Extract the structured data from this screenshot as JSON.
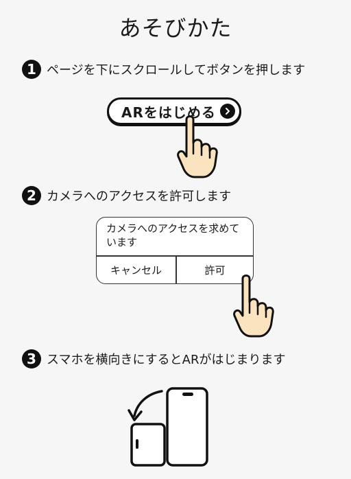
{
  "title": "あそびかた",
  "steps": [
    {
      "number": "1",
      "text": "ページを下にスクロールしてボタンを押します"
    },
    {
      "number": "2",
      "text": "カメラへのアクセスを許可します"
    },
    {
      "number": "3",
      "text": "スマホを横向きにするとARがはじまります"
    }
  ],
  "ar_button": {
    "label": "ARをはじめる",
    "icon": "chevron-right-icon"
  },
  "dialog": {
    "message": "カメラへのアクセスを求めています",
    "cancel_label": "キャンセル",
    "allow_label": "許可"
  },
  "icons": {
    "pointer": "pointing-hand-icon",
    "rotate": "rotate-arrow-icon",
    "phone": "smartphone-icon"
  },
  "colors": {
    "background": "#f6f6f6",
    "ink": "#111111",
    "hand_fill": "#fbe3c0"
  }
}
